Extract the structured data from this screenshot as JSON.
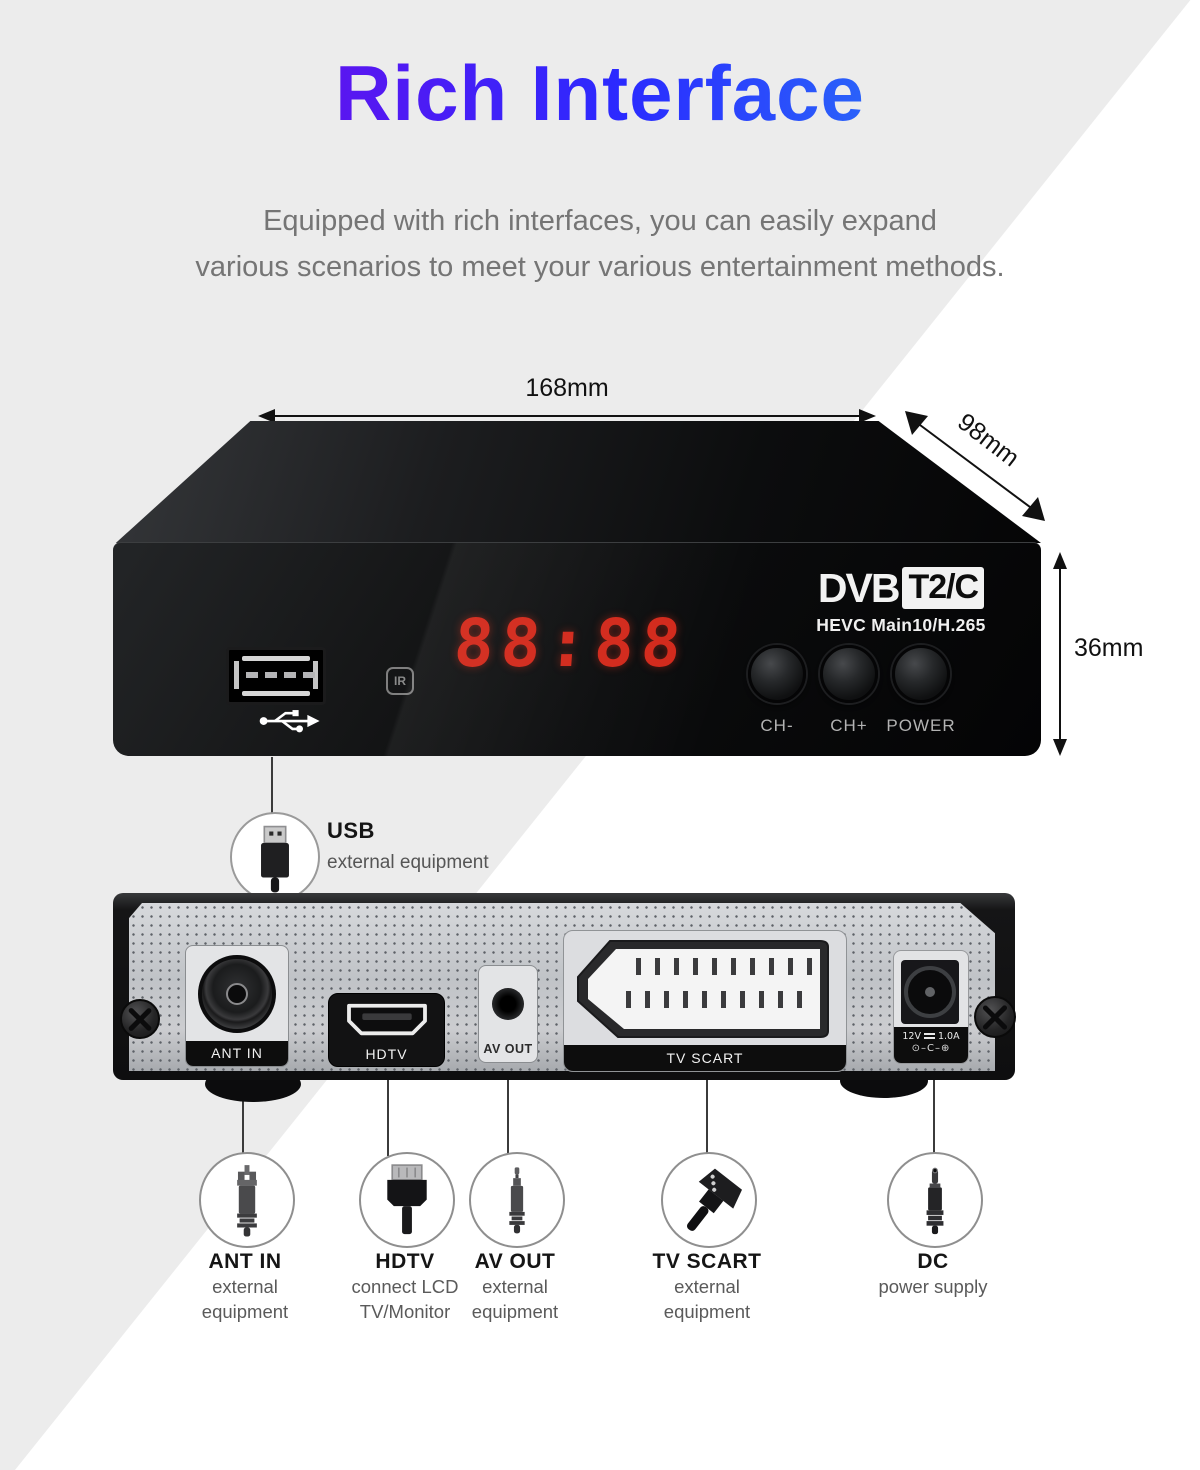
{
  "page": {
    "title": "Rich Interface",
    "subtitle_line1": "Equipped with rich interfaces, you can easily expand",
    "subtitle_line2": "various scenarios to meet your various entertainment methods."
  },
  "dims": {
    "width": "168mm",
    "depth": "98mm",
    "height": "36mm"
  },
  "front": {
    "brand": "DVB",
    "brand_suffix": "T2/C",
    "codec": "HEVC Main10/H.265",
    "display": "88:88",
    "ir": "IR",
    "buttons": [
      {
        "label": "CH-"
      },
      {
        "label": "CH+"
      },
      {
        "label": "POWER"
      }
    ]
  },
  "usb_callout": {
    "title": "USB",
    "desc": "external equipment"
  },
  "rear": {
    "ant_label": "ANT IN",
    "hdmi_label": "HDTV",
    "av_label": "AV OUT",
    "scart_label": "TV SCART",
    "dc_v": "12V",
    "dc_a": "1.0A",
    "dc_polarity": "⊙–C–⊕"
  },
  "callouts": [
    {
      "title": "ANT IN",
      "line1": "external",
      "line2": "equipment",
      "icon": "rca-plug-icon"
    },
    {
      "title": "HDTV",
      "line1": "connect LCD",
      "line2": "TV/Monitor",
      "icon": "hdmi-plug-icon"
    },
    {
      "title": "AV OUT",
      "line1": "external",
      "line2": "equipment",
      "icon": "av-jack-plug-icon"
    },
    {
      "title": "TV SCART",
      "line1": "external",
      "line2": "equipment",
      "icon": "scart-plug-icon"
    },
    {
      "title": "DC",
      "line1": "power supply",
      "line2": "",
      "icon": "dc-plug-icon"
    }
  ],
  "colors": {
    "title_gradient": [
      "#8e00e0",
      "#2a2aff",
      "#29aff2"
    ],
    "led_red": "#d2281a",
    "background_gray": "#ececec"
  }
}
